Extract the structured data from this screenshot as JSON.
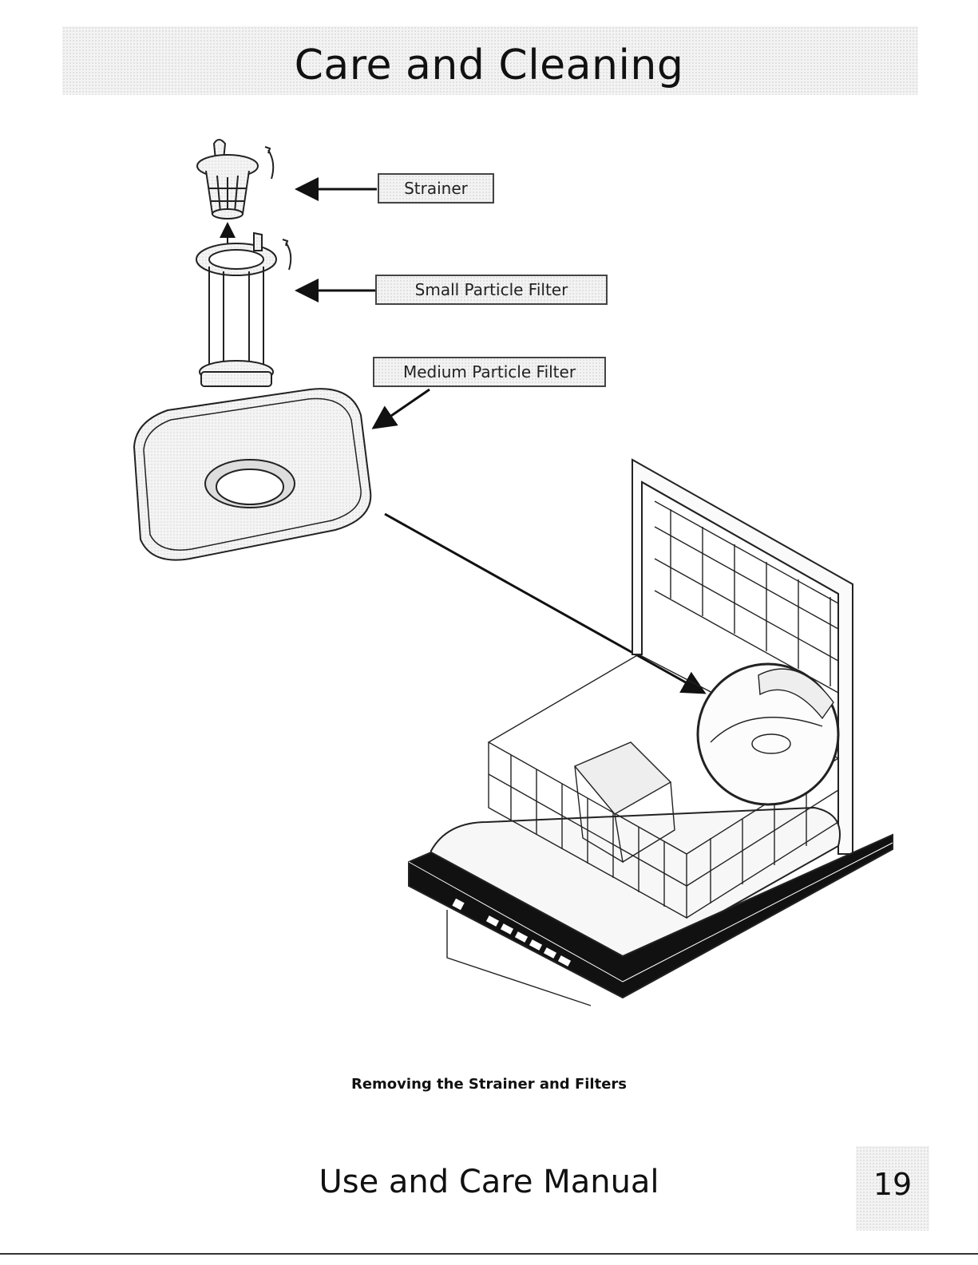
{
  "header": {
    "title": "Care and Cleaning"
  },
  "callouts": {
    "strainer": "Strainer",
    "small_particle_filter": "Small Particle Filter",
    "medium_particle_filter": "Medium Particle Filter"
  },
  "figure": {
    "caption": "Removing the Strainer and Filters"
  },
  "footer": {
    "title": "Use and Care Manual",
    "page_number": "19"
  }
}
